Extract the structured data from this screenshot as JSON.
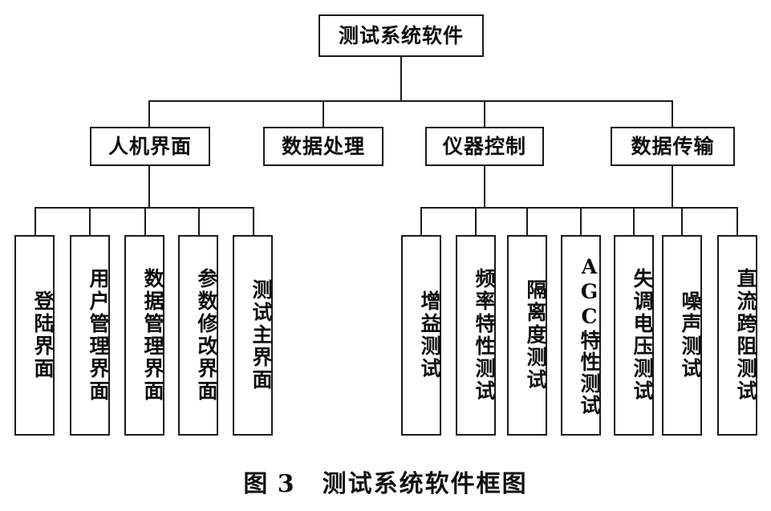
{
  "figure": {
    "title": "测试系统软件框图",
    "caption_label": "图 3",
    "caption_text": "测试系统软件框图",
    "colors": {
      "line": "#1a1a1a",
      "box_fill": "#ffffff",
      "text": "#0d0d0d",
      "background": "#ffffff"
    },
    "root": {
      "label": "测试系统软件"
    },
    "level2": [
      {
        "label": "人机界面"
      },
      {
        "label": "数据处理"
      },
      {
        "label": "仪器控制"
      },
      {
        "label": "数据传输"
      }
    ],
    "leaves_left": [
      {
        "label": "登陆界面"
      },
      {
        "label": "用户管理界面"
      },
      {
        "label": "数据管理界面"
      },
      {
        "label": "参数修改界面"
      },
      {
        "label": "测试主界面"
      }
    ],
    "leaves_right": [
      {
        "label": "增益测试"
      },
      {
        "label": "频率特性测试"
      },
      {
        "label": "隔离度测试"
      },
      {
        "label": "AGC特性测试"
      },
      {
        "label": "失调电压测试"
      },
      {
        "label": "噪声测试"
      },
      {
        "label": "直流跨阻测试"
      }
    ]
  }
}
